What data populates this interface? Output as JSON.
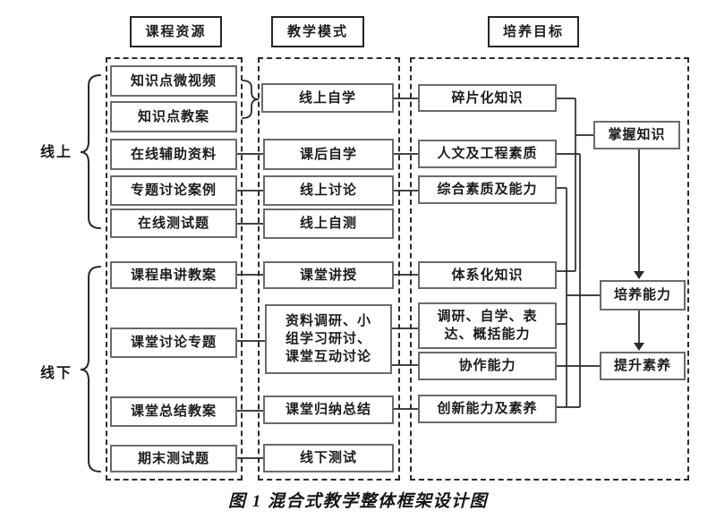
{
  "diagram": {
    "headers": [
      {
        "label": "课程资源"
      },
      {
        "label": "教学模式"
      },
      {
        "label": "培养目标"
      }
    ],
    "row_labels": [
      {
        "label": "线上"
      },
      {
        "label": "线下"
      }
    ],
    "resources": [
      {
        "label": "知识点微视频"
      },
      {
        "label": "知识点教案"
      },
      {
        "label": "在线辅助资料"
      },
      {
        "label": "专题讨论案例"
      },
      {
        "label": "在线测试题"
      },
      {
        "label": "课程串讲教案"
      },
      {
        "label": "课堂讨论专题"
      },
      {
        "label": "课堂总结教案"
      },
      {
        "label": "期末测试题"
      }
    ],
    "modes": [
      {
        "label": "线上自学"
      },
      {
        "label": "课后自学"
      },
      {
        "label": "线上讨论"
      },
      {
        "label": "线上自测"
      },
      {
        "label": "课堂讲授"
      },
      {
        "label": "资料调研、小\n组学习研讨、\n课堂互动讨论"
      },
      {
        "label": "课堂归纳总结"
      },
      {
        "label": "线下测试"
      }
    ],
    "outcomes": [
      {
        "label": "碎片化知识"
      },
      {
        "label": "人文及工程素质"
      },
      {
        "label": "综合素质及能力"
      },
      {
        "label": "体系化知识"
      },
      {
        "label": "调研、自学、表\n达、概括能力"
      },
      {
        "label": "协作能力"
      },
      {
        "label": "创新能力及素养"
      }
    ],
    "goals": [
      {
        "label": "掌握知识"
      },
      {
        "label": "培养能力"
      },
      {
        "label": "提升素养"
      }
    ],
    "caption": "图 1 混合式教学整体框架设计图",
    "edges": {
      "resource_to_mode": [
        {
          "from": "知识点微视频",
          "to": "线上自学",
          "style": "brace"
        },
        {
          "from": "知识点教案",
          "to": "线上自学",
          "style": "brace"
        },
        {
          "from": "在线辅助资料",
          "to": "课后自学"
        },
        {
          "from": "专题讨论案例",
          "to": "线上讨论"
        },
        {
          "from": "在线测试题",
          "to": "线上自测"
        },
        {
          "from": "课程串讲教案",
          "to": "课堂讲授"
        },
        {
          "from": "课堂讨论专题",
          "to": "资料调研、小组学习研讨、课堂互动讨论"
        },
        {
          "from": "课堂总结教案",
          "to": "课堂归纳总结"
        },
        {
          "from": "期末测试题",
          "to": "线下测试"
        }
      ],
      "mode_to_outcome": [
        {
          "from": "线上自学",
          "to": "碎片化知识"
        },
        {
          "from": "课后自学",
          "to": "人文及工程素质"
        },
        {
          "from": "线上讨论",
          "to": "综合素质及能力"
        },
        {
          "from": "课堂讲授",
          "to": "体系化知识"
        },
        {
          "from": "资料调研、小组学习研讨、课堂互动讨论",
          "to": "调研、自学、表达、概括能力"
        },
        {
          "from": "资料调研、小组学习研讨、课堂互动讨论",
          "to": "协作能力"
        },
        {
          "from": "课堂归纳总结",
          "to": "创新能力及素养"
        }
      ],
      "outcome_to_goal": [
        {
          "from": "碎片化知识",
          "to": "掌握知识"
        },
        {
          "from": "体系化知识",
          "to": "掌握知识"
        },
        {
          "from": "人文及工程素质",
          "to": "培养能力"
        },
        {
          "from": "综合素质及能力",
          "to": "培养能力"
        },
        {
          "from": "调研、自学、表达、概括能力",
          "to": "培养能力"
        },
        {
          "from": "协作能力",
          "to": "提升素养"
        },
        {
          "from": "创新能力及素养",
          "to": "提升素养"
        }
      ],
      "goal_chain": [
        {
          "from": "掌握知识",
          "to": "培养能力",
          "style": "arrow"
        },
        {
          "from": "培养能力",
          "to": "提升素养",
          "style": "arrow"
        }
      ]
    },
    "colors": {
      "line": "#2a2a2a",
      "box_border": "#6a6a6a",
      "strong_border": "#262626",
      "text": "#1c1c1c",
      "background": "#ffffff"
    }
  }
}
